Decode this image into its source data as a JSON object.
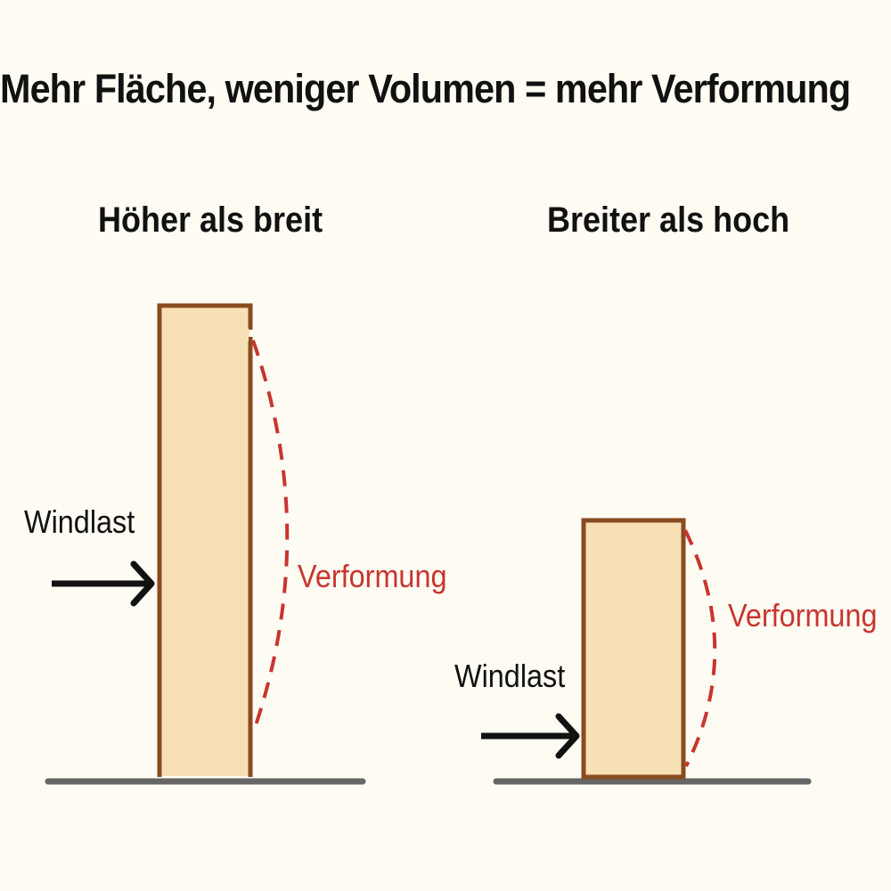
{
  "title": "Mehr Fläche, weniger Volumen = mehr Verformung",
  "left": {
    "heading": "Höher als breit",
    "load_label": "Windlast",
    "deformation_label": "Verformung"
  },
  "right": {
    "heading": "Breiter als hoch",
    "load_label": "Windlast",
    "deformation_label": "Verformung"
  },
  "colors": {
    "block_fill": "#f8e0b6",
    "block_stroke": "#8a4a20",
    "deformation": "#c8352e",
    "ground": "#666666",
    "background": "#fffcf3"
  }
}
